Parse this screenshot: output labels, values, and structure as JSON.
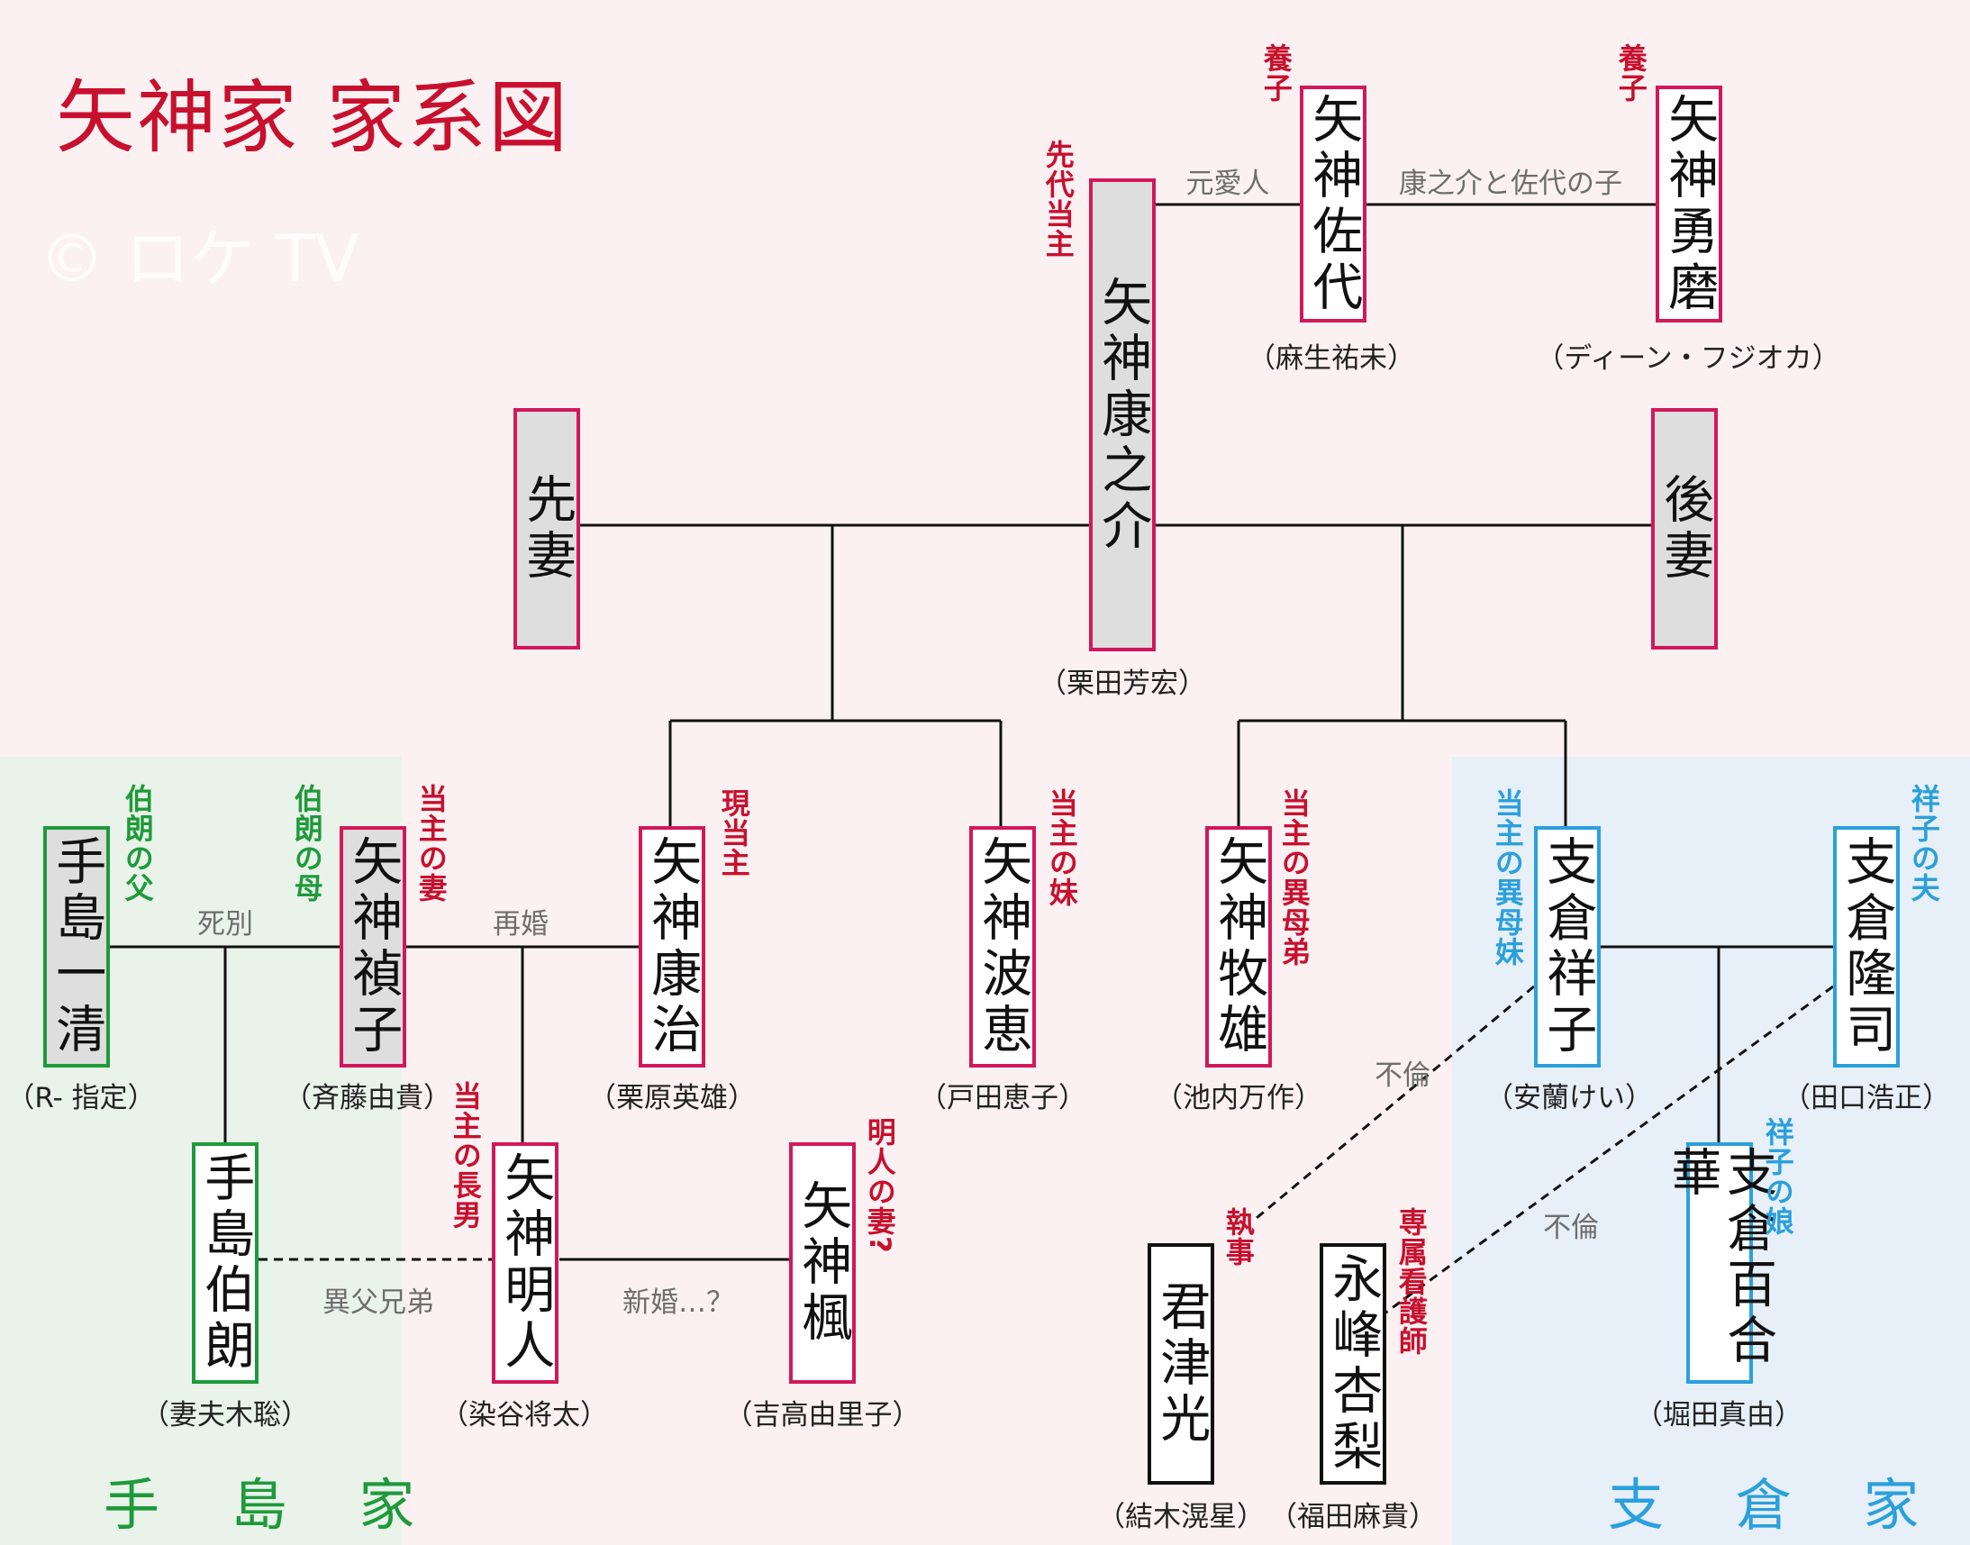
{
  "title": "矢神家 家系図",
  "watermark": "© ロケ TV",
  "colors": {
    "accent_red": "#c8102e",
    "teshima_green": "#1f9a3a",
    "shikura_blue": "#2aa0dc",
    "teshima_bg": "#e9f3ea",
    "shikura_bg": "#e7eff8",
    "page_bg": "#fcf1f2"
  },
  "families": {
    "teshima": "手 島 家",
    "shikura": "支 倉 家"
  },
  "people": {
    "yasunosuke": {
      "name": "矢神康之介",
      "actor": "（栗田芳宏）",
      "role": "先代当主"
    },
    "sayo": {
      "name": "矢神佐代",
      "actor": "（麻生祐未）",
      "role": "養子"
    },
    "yuma": {
      "name": "矢神勇磨",
      "actor": "（ディーン・フジオカ）",
      "role": "養子"
    },
    "senssai": {
      "name": "先妻"
    },
    "kousai": {
      "name": "後妻"
    },
    "ichisei": {
      "name": "手島一清",
      "actor": "（R- 指定）",
      "role": "伯朗の父"
    },
    "teiko": {
      "name": "矢神禎子",
      "actor": "（斉藤由貴）",
      "role": "伯朗の母",
      "role2": "当主の妻"
    },
    "yasuharu": {
      "name": "矢神康治",
      "actor": "（栗原英雄）",
      "role": "現当主"
    },
    "namie": {
      "name": "矢神波恵",
      "actor": "（戸田恵子）",
      "role": "当主の妹"
    },
    "makio": {
      "name": "矢神牧雄",
      "actor": "（池内万作）",
      "role": "当主の異母弟"
    },
    "shoko": {
      "name": "支倉祥子",
      "actor": "（安蘭けい）",
      "role": "当主の異母妹"
    },
    "takashi": {
      "name": "支倉隆司",
      "actor": "（田口浩正）",
      "role": "祥子の夫"
    },
    "hakuro": {
      "name": "手島伯朗",
      "actor": "（妻夫木聡）"
    },
    "akito": {
      "name": "矢神明人",
      "actor": "（染谷将太）",
      "role": "当主の長男"
    },
    "kaede": {
      "name": "矢神楓",
      "actor": "（吉高由里子）",
      "role": "明人の妻?"
    },
    "kimitsu": {
      "name": "君津光",
      "actor": "（結木滉星）",
      "role": "執事"
    },
    "nagamine": {
      "name": "永峰杏梨",
      "actor": "（福田麻貴）",
      "role": "専属看護師"
    },
    "yurika": {
      "name": "支倉百合華",
      "actor": "（堀田真由）",
      "role": "祥子の娘"
    }
  },
  "relations": {
    "former_lover": "元愛人",
    "child_of": "康之介と佐代の子",
    "bereaved": "死別",
    "remarried": "再婚",
    "half_brothers": "異父兄弟",
    "newlyweds": "新婚…？",
    "affair1": "不倫",
    "affair2": "不倫"
  }
}
